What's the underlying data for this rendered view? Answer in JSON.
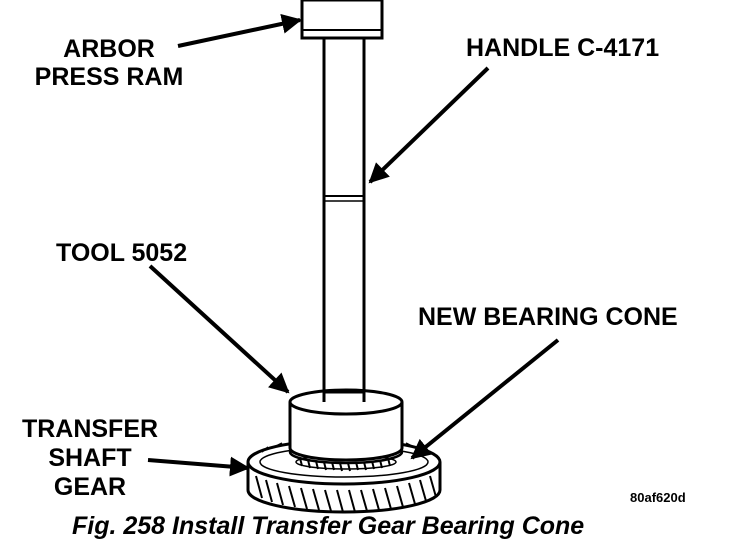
{
  "labels": {
    "arbor_line1": "ARBOR",
    "arbor_line2": "PRESS RAM",
    "handle": "HANDLE C-4171",
    "tool": "TOOL 5052",
    "bearing_cone": "NEW BEARING CONE",
    "gear_line1": "TRANSFER",
    "gear_line2": "SHAFT",
    "gear_line3": "GEAR"
  },
  "figure": {
    "code": "80af620d",
    "caption": "Fig. 258 Install Transfer Gear Bearing Cone"
  },
  "colors": {
    "ink": "#000000",
    "paper": "#ffffff"
  }
}
